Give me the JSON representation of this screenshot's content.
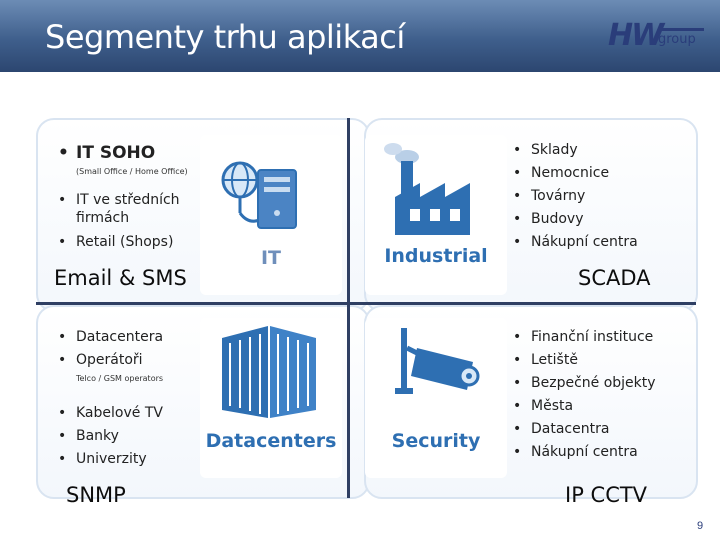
{
  "header": {
    "title": "Segmenty trhu aplikací",
    "logo_main": "HW",
    "logo_sub": "group"
  },
  "quadrants": {
    "top_left": {
      "category": "Email & SMS",
      "tile_label": "IT",
      "items": [
        "IT SOHO",
        "IT ve středních firmách",
        "Retail (Shops)"
      ],
      "note": "(Small Office / Home Office)"
    },
    "top_right": {
      "category": "SCADA",
      "tile_label": "Industrial",
      "items": [
        "Sklady",
        "Nemocnice",
        "Továrny",
        "Budovy",
        "Nákupní centra"
      ]
    },
    "bottom_left": {
      "category": "SNMP",
      "tile_label": "Datacenters",
      "items": [
        "Datacentera",
        "Operátoři",
        "Kabelové TV",
        "Banky",
        "Univerzity"
      ],
      "note": "Telco / GSM operators"
    },
    "bottom_right": {
      "category": "IP CCTV",
      "tile_label": "Security",
      "items": [
        "Finanční instituce",
        "Letiště",
        "Bezpečné objekty",
        "Města",
        "Datacentra",
        "Nákupní centra"
      ]
    }
  },
  "footer": {
    "page_number": "9"
  },
  "colors": {
    "title_bar": "#3f5f8c",
    "tile_label": "#2e6fb2",
    "divider": "#2f3f63",
    "logo": "#2a3d7a"
  },
  "icons": [
    "globe-server-icon",
    "factory-icon",
    "server-racks-icon",
    "security-camera-icon"
  ]
}
